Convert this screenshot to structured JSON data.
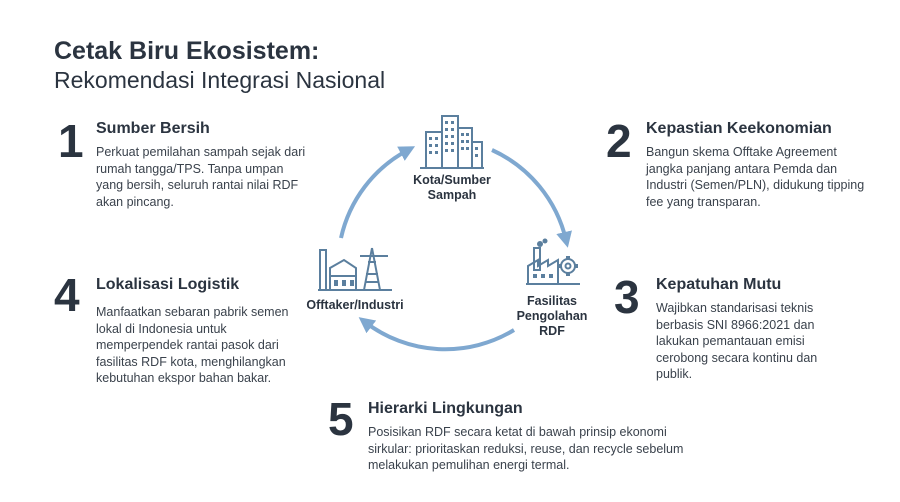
{
  "title": {
    "line1": "Cetak Biru Ekosistem:",
    "line2": "Rekomendasi Integrasi Nasional"
  },
  "steps": [
    {
      "number": "1",
      "heading": "Sumber Bersih",
      "description": "Perkuat pemilahan sampah sejak dari rumah tangga/TPS. Tanpa umpan yang bersih, seluruh rantai nilai RDF akan pincang."
    },
    {
      "number": "2",
      "heading": "Kepastian Keekonomian",
      "description": "Bangun skema Offtake Agreement jangka panjang antara Pemda dan Industri (Semen/PLN), didukung tipping fee yang transparan."
    },
    {
      "number": "3",
      "heading": "Kepatuhan Mutu",
      "description": "Wajibkan standarisasi teknis berbasis SNI 8966:2021 dan lakukan pemantauan emisi cerobong secara kontinu dan publik."
    },
    {
      "number": "4",
      "heading": "Lokalisasi Logistik",
      "description": "Manfaatkan sebaran pabrik semen lokal di Indonesia untuk memperpendek rantai pasok dari fasilitas RDF kota, menghilangkan kebutuhan ekspor bahan bakar."
    },
    {
      "number": "5",
      "heading": "Hierarki Lingkungan",
      "description": "Posisikan RDF secara ketat di bawah prinsip ekonomi sirkular: prioritaskan reduksi, reuse, dan recycle sebelum melakukan pemulihan energi termal."
    }
  ],
  "cycle": {
    "nodes": [
      {
        "label_line1": "Kota/Sumber",
        "label_line2": "Sampah",
        "icon": "city-buildings-icon"
      },
      {
        "label_line1": "Fasilitas",
        "label_line2": "Pengolahan",
        "label_line3": "RDF",
        "icon": "factory-gear-icon"
      },
      {
        "label_line1": "Offtaker/Industri",
        "icon": "industrial-plant-icon"
      }
    ],
    "arrow_color": "#7fa8d0",
    "icon_color": "#5b7f9e"
  }
}
